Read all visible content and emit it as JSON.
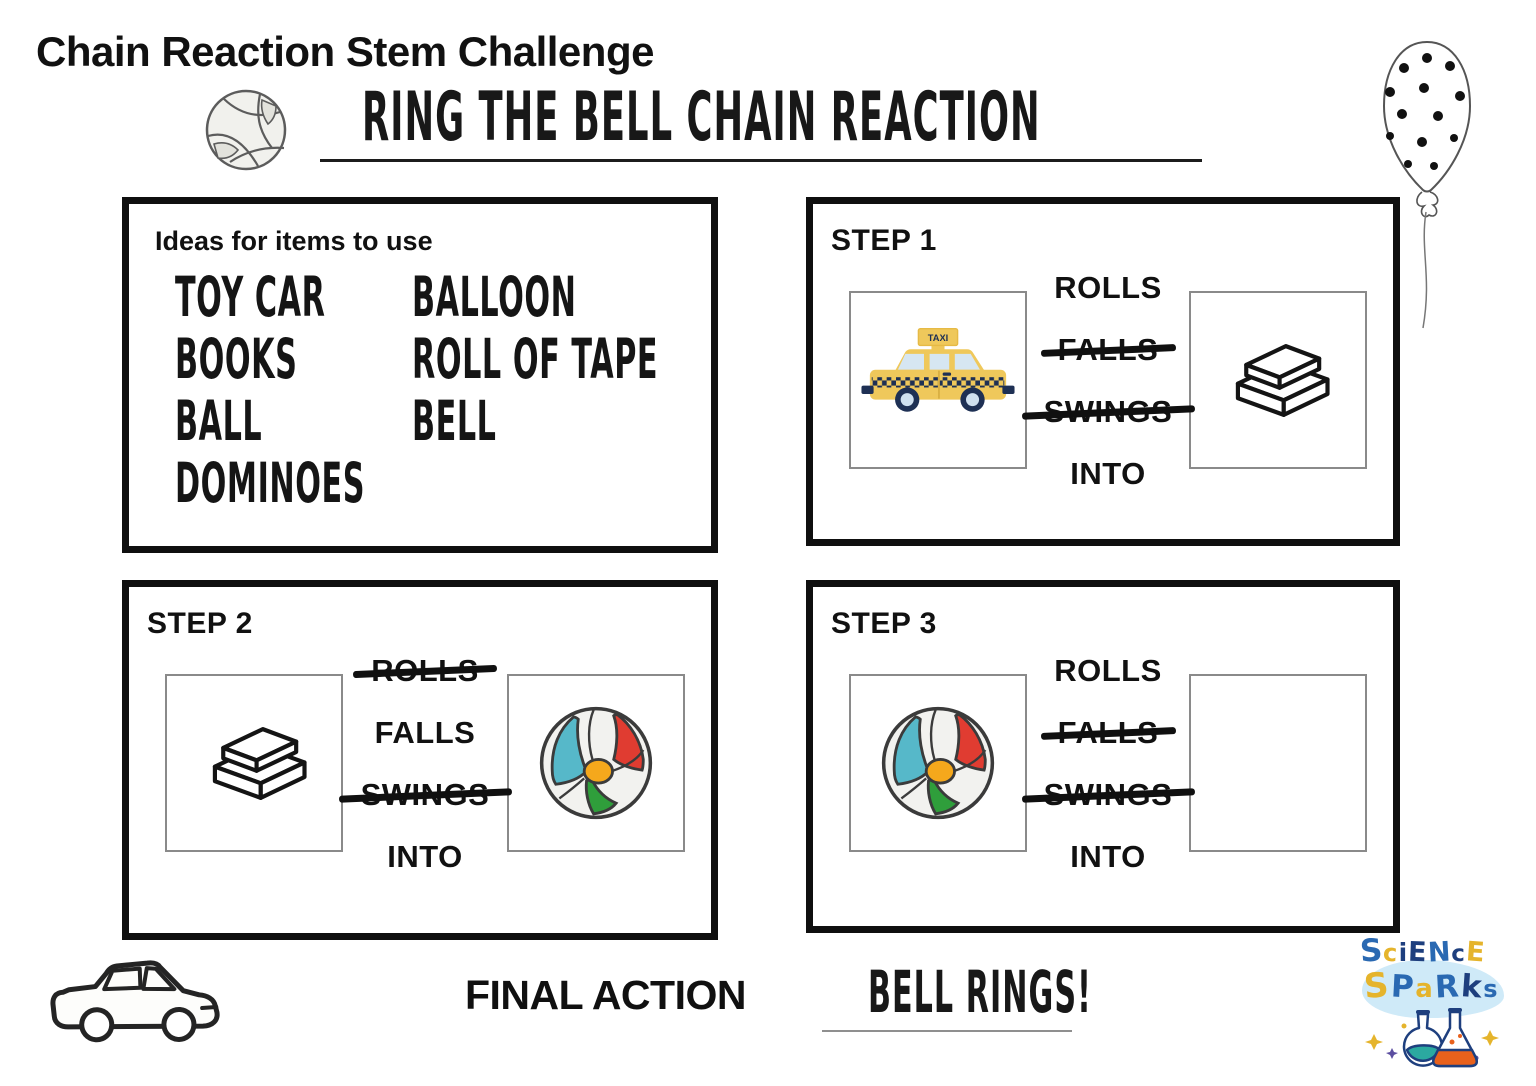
{
  "header": {
    "title": "Chain Reaction Stem Challenge",
    "subtitle": "RING THE BELL CHAIN REACTION"
  },
  "ideas": {
    "heading": "Ideas for items to use",
    "left": [
      "TOY CAR",
      "BOOKS",
      "BALL",
      "DOMINOES"
    ],
    "right": [
      "BALLOON",
      "ROLL OF TAPE",
      "BELL"
    ]
  },
  "steps": [
    {
      "label": "STEP 1",
      "left_item": "toy-car",
      "right_item": "books",
      "words": [
        {
          "text": "ROLLS",
          "struck": false
        },
        {
          "text": "FALLS",
          "struck": true
        },
        {
          "text": "SWINGS",
          "struck": true
        },
        {
          "text": "INTO",
          "struck": false
        }
      ]
    },
    {
      "label": "STEP 2",
      "left_item": "books",
      "right_item": "beach-ball",
      "words": [
        {
          "text": "ROLLS",
          "struck": true
        },
        {
          "text": "FALLS",
          "struck": false
        },
        {
          "text": "SWINGS",
          "struck": true
        },
        {
          "text": "INTO",
          "struck": false
        }
      ]
    },
    {
      "label": "STEP 3",
      "left_item": "beach-ball",
      "right_item": "empty",
      "words": [
        {
          "text": "ROLLS",
          "struck": false
        },
        {
          "text": "FALLS",
          "struck": true
        },
        {
          "text": "SWINGS",
          "struck": true
        },
        {
          "text": "INTO",
          "struck": false
        }
      ]
    }
  ],
  "final": {
    "label": "FINAL ACTION",
    "answer": "BELL RINGS!"
  },
  "taxi": {
    "sign_text": "TAXI"
  },
  "logo": {
    "name": "Science Sparks",
    "line1": [
      "S",
      "c",
      "i",
      "E",
      "N",
      "c",
      "E"
    ],
    "line2": [
      "S",
      "P",
      "a",
      "R",
      "k",
      "s"
    ]
  },
  "colors": {
    "taxi_yellow": "#efc85b",
    "taxi_navy": "#1e3054",
    "window_blue": "#d6e6f2",
    "ball_teal": "#56b8c9",
    "ball_red": "#e03c31",
    "ball_green": "#2f9e3b",
    "ball_yellow": "#f5a81c",
    "logo_blue": "#2a69b2",
    "logo_navy": "#1e3f7e",
    "logo_yellow": "#e5b42c",
    "logo_splash_blue": "#cfeaf8",
    "flask_teal": "#2ba9a0",
    "flask_orange": "#e8611c"
  }
}
